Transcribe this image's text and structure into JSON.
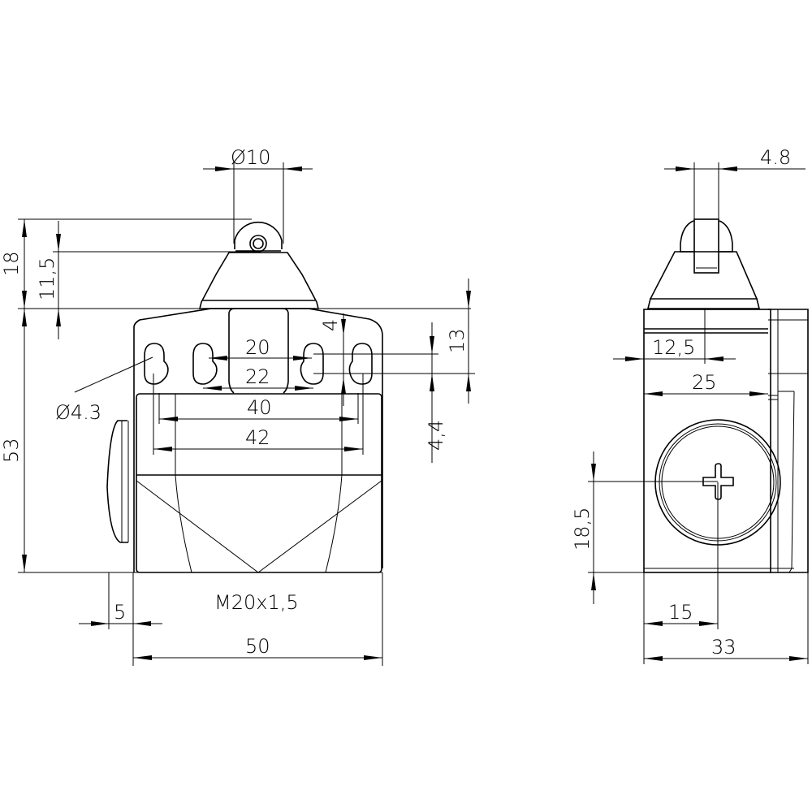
{
  "drawing": {
    "subject": "Limit switch with roller plunger",
    "units": "mm",
    "line_color": "#000000",
    "background": "#ffffff"
  },
  "front_view": {
    "dimensions": {
      "roller_diameter": "Ø10",
      "total_height_above_body": "18",
      "roller_axis_height": "11,5",
      "body_height": "53",
      "slot_offset_top": "4",
      "slot_span": "13",
      "slot_lower": "4,4",
      "mounting_hole_diameter": "Ø4.3",
      "inner_hole_spacing": "20",
      "inner_hole_spacing_outer": "22",
      "outer_hole_spacing": "40",
      "outer_hole_spacing_outer": "42",
      "button_projection": "5",
      "body_width": "50",
      "cable_entry_thread": "M20x1,5"
    }
  },
  "side_view": {
    "dimensions": {
      "roller_width": "4.8",
      "half_depth": "12,5",
      "depth_to_lid": "25",
      "screw_height": "18,5",
      "screw_offset": "15",
      "total_depth": "33"
    }
  }
}
